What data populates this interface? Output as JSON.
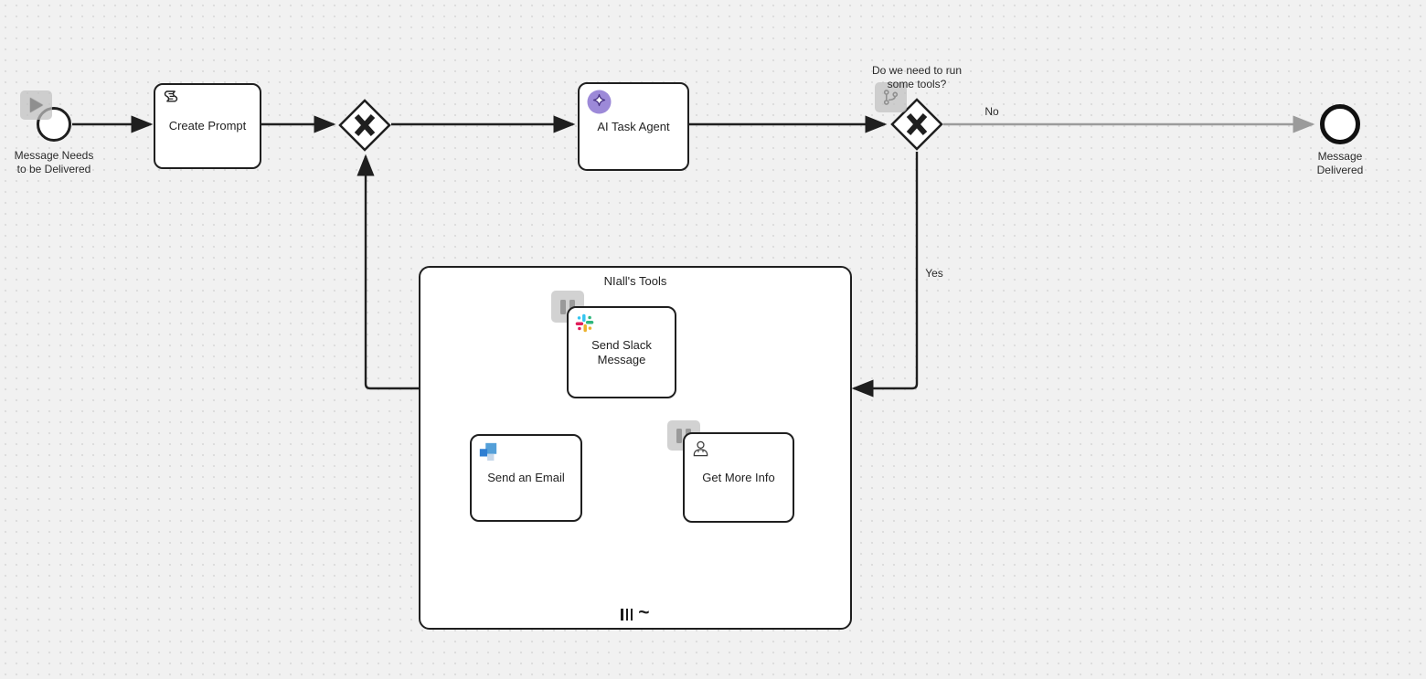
{
  "app": {
    "type": "bpmn-process-canvas"
  },
  "colors": {
    "canvas_bg": "#f1f1f1",
    "grid_dot": "#dcdcdc",
    "shape_stroke": "#1f1f1f",
    "flow_default": "#1f1f1f",
    "flow_no_gray": "#9b9b9b",
    "badge_bg": "#c1c1c1",
    "badge_icon": "#8f8f8f",
    "ai_icon_bg": "#9c89d8",
    "slack_blue": "#36C5F0",
    "slack_green": "#2EB67D",
    "slack_yellow": "#ECB22E",
    "slack_red": "#E01E5A",
    "email_icon_main": "#549fd8",
    "email_icon_dark": "#2e7ed2",
    "email_icon_pale": "#c7d8ea"
  },
  "diagram": {
    "start_event": {
      "label": "Message Needs\nto be Delivered",
      "badge_icon": "play-icon"
    },
    "task_create_prompt": {
      "label": "Create Prompt",
      "icon": "script-icon"
    },
    "gateway_1": {
      "type": "exclusive",
      "marker": "X"
    },
    "task_ai_agent": {
      "label": "AI Task Agent",
      "icon": "ai-sparkle-icon"
    },
    "gateway_2": {
      "type": "exclusive",
      "marker": "X",
      "question": "Do we need to run\nsome tools?",
      "badge_icon": "branch-icon"
    },
    "flow_no": {
      "label": "No"
    },
    "flow_yes": {
      "label": "Yes"
    },
    "end_event": {
      "label": "Message\nDelivered"
    },
    "subprocess": {
      "title": "NIall's Tools",
      "marker_multi_instance": "parallel-bars",
      "marker_adhoc": "~"
    },
    "task_send_slack": {
      "label": "Send Slack\nMessage",
      "icon": "slack-icon",
      "badge_icon": "pause-icon"
    },
    "task_send_email": {
      "label": "Send an Email",
      "icon": "blue-squares-icon"
    },
    "task_get_info": {
      "label": "Get More Info",
      "icon": "user-icon",
      "badge_icon": "pause-icon"
    }
  }
}
